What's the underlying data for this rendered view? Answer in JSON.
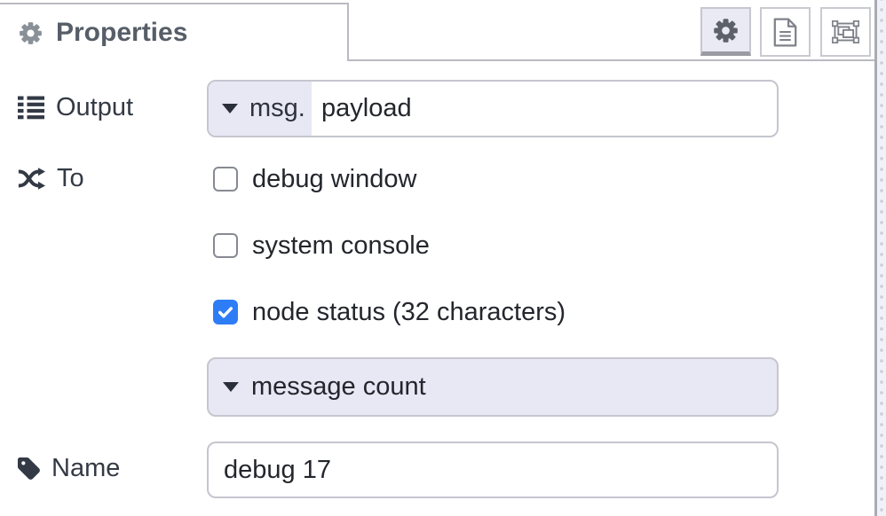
{
  "header": {
    "tab": {
      "label": "Properties",
      "icon": "gear-icon"
    },
    "buttons": [
      {
        "name": "properties",
        "icon": "gear-icon",
        "active": true
      },
      {
        "name": "description",
        "icon": "document-icon",
        "active": false
      },
      {
        "name": "appearance",
        "icon": "object-group-icon",
        "active": false
      }
    ]
  },
  "form": {
    "output": {
      "label": "Output",
      "icon": "list-icon",
      "field": {
        "prefix": "msg.",
        "value": "payload",
        "caret_icon": "chevron-down-icon"
      }
    },
    "to": {
      "label": "To",
      "icon": "shuffle-icon",
      "checkboxes": [
        {
          "label": "debug window",
          "checked": false
        },
        {
          "label": "system console",
          "checked": false
        },
        {
          "label": "node status (32 characters)",
          "checked": true
        }
      ],
      "status_select": {
        "value": "message count",
        "caret_icon": "chevron-down-icon"
      }
    },
    "name": {
      "label": "Name",
      "icon": "tag-icon",
      "value": "debug 17"
    }
  },
  "colors": {
    "checkbox_checked": "#2e7df6",
    "typed_input_prefix_bg": "#e7e8f4",
    "select_bg": "#e7e8f4",
    "field_border": "#c5c6ce",
    "tab_border": "#babbc2",
    "header_text": "#565e68",
    "label_text": "#333a45",
    "value_text": "#23262c",
    "tray_strip_bg": "#f1f2f7"
  }
}
